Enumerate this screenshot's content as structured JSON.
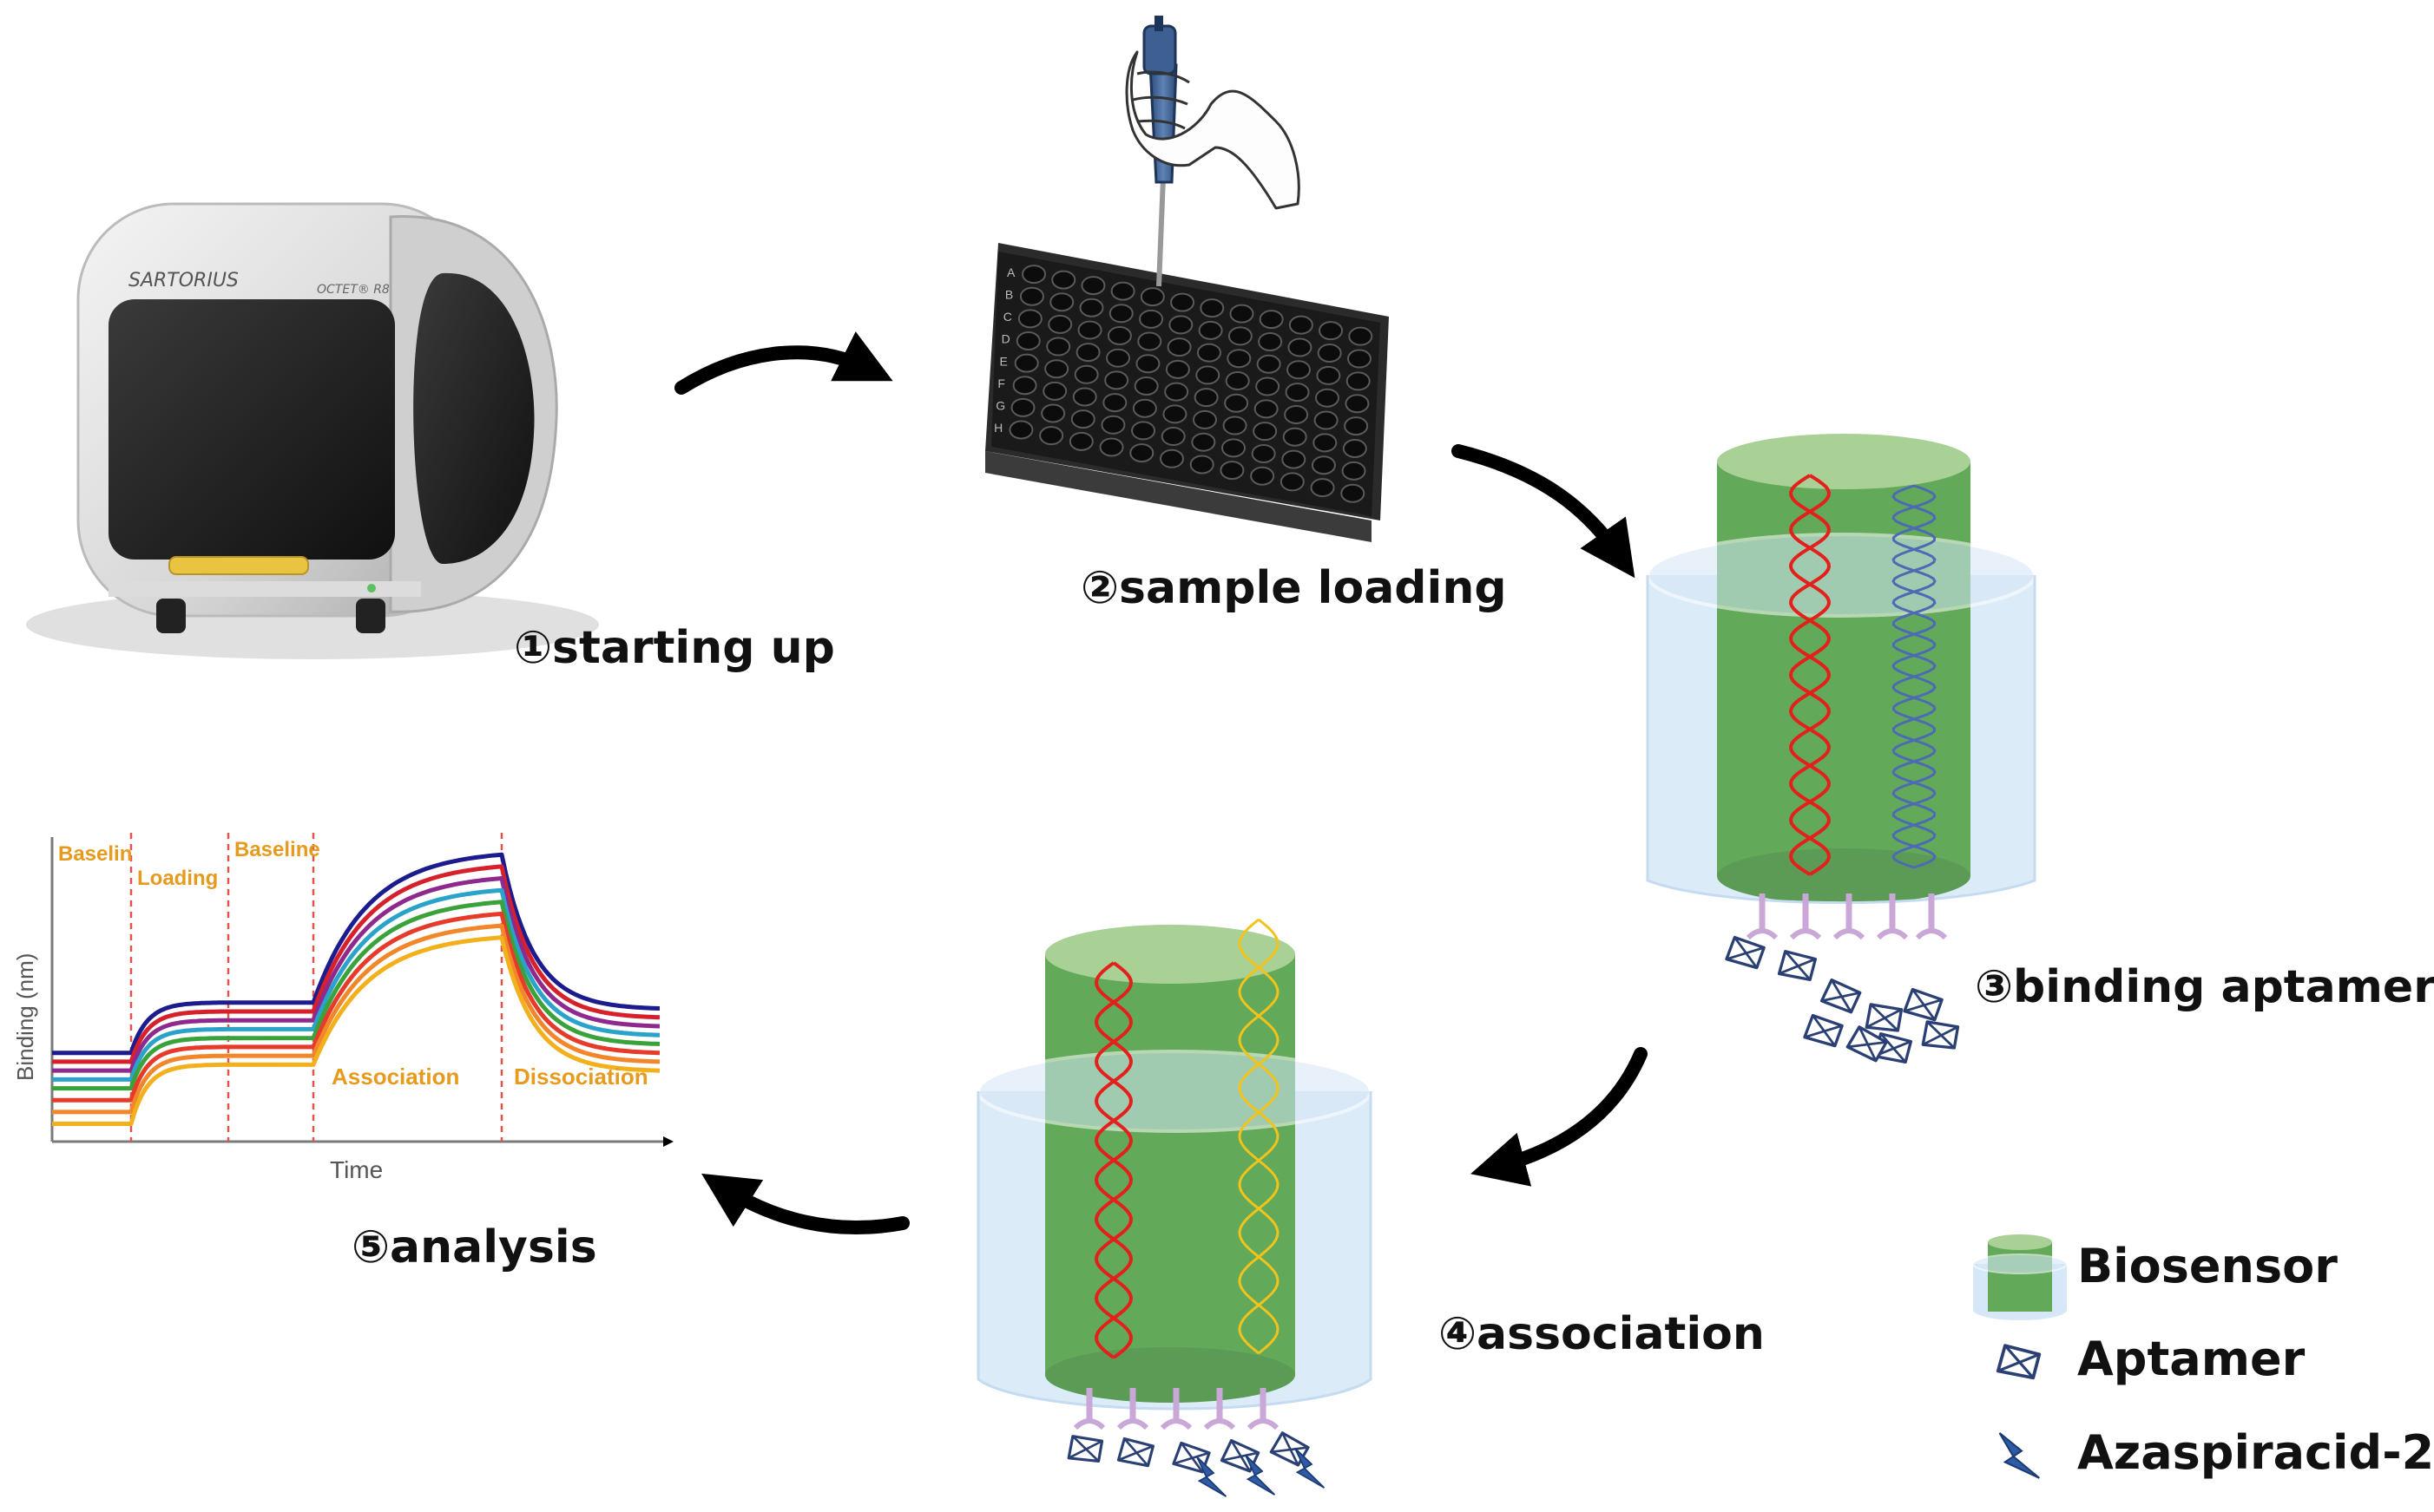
{
  "steps": [
    {
      "id": "starting-up",
      "label": "①starting up"
    },
    {
      "id": "sample-loading",
      "label": "②sample loading"
    },
    {
      "id": "binding-aptamer",
      "label": "③binding aptamer"
    },
    {
      "id": "association",
      "label": "④association"
    },
    {
      "id": "analysis",
      "label": "⑤analysis"
    }
  ],
  "instrument": {
    "brand": "SARTORIUS",
    "model": "OCTET® R8"
  },
  "plate": {
    "row_letters": [
      "A",
      "B",
      "C",
      "D",
      "E",
      "F",
      "G",
      "H"
    ]
  },
  "legend": [
    {
      "label": "Biosensor",
      "icon": "biosensor-icon"
    },
    {
      "label": "Aptamer",
      "icon": "aptamer-icon"
    },
    {
      "label": "Azaspiracid-2",
      "icon": "azaspiracid-icon"
    }
  ],
  "colors": {
    "sensor_top": "#a9d196",
    "sensor_body": "#62a95a",
    "sensor_body_dark": "#5c9b55",
    "sheath": "#d6e7f7",
    "sheath_edge": "#b9d3ec",
    "aptamer_red": "#e3201b",
    "aptamer_blue": "#4d6bb3",
    "aptamer_yellow": "#f2c31a",
    "linker": "#c9a7d6",
    "toxin_blue": "#2f5aa6",
    "arrow": "#000000",
    "phase_text": "#e69a1e"
  },
  "chart_data": {
    "type": "line",
    "xlabel": "Time",
    "ylabel": "Binding (nm)",
    "phases": [
      {
        "label": "Baselin"
      },
      {
        "label": "Loading"
      },
      {
        "label": "Baseline"
      },
      {
        "label": "Association"
      },
      {
        "label": "Dissociation"
      }
    ],
    "phase_boundaries": [
      0.13,
      0.29,
      0.43,
      0.74
    ],
    "x": [
      0,
      0.13,
      0.29,
      0.43,
      0.74,
      1.0
    ],
    "series": [
      {
        "color": "#1c1c8f",
        "values": [
          0.3,
          0.3,
          0.47,
          0.47,
          0.97,
          0.45
        ]
      },
      {
        "color": "#d6202a",
        "values": [
          0.27,
          0.27,
          0.44,
          0.44,
          0.93,
          0.42
        ]
      },
      {
        "color": "#8e2a8e",
        "values": [
          0.24,
          0.24,
          0.41,
          0.41,
          0.89,
          0.39
        ]
      },
      {
        "color": "#2aa2c9",
        "values": [
          0.21,
          0.21,
          0.38,
          0.38,
          0.85,
          0.36
        ]
      },
      {
        "color": "#3aa23a",
        "values": [
          0.18,
          0.18,
          0.35,
          0.35,
          0.81,
          0.33
        ]
      },
      {
        "color": "#e63a2a",
        "values": [
          0.14,
          0.14,
          0.32,
          0.32,
          0.77,
          0.3
        ]
      },
      {
        "color": "#f2862a",
        "values": [
          0.1,
          0.1,
          0.29,
          0.29,
          0.73,
          0.27
        ]
      },
      {
        "color": "#f2b01c",
        "values": [
          0.06,
          0.06,
          0.26,
          0.26,
          0.69,
          0.24
        ]
      }
    ]
  }
}
